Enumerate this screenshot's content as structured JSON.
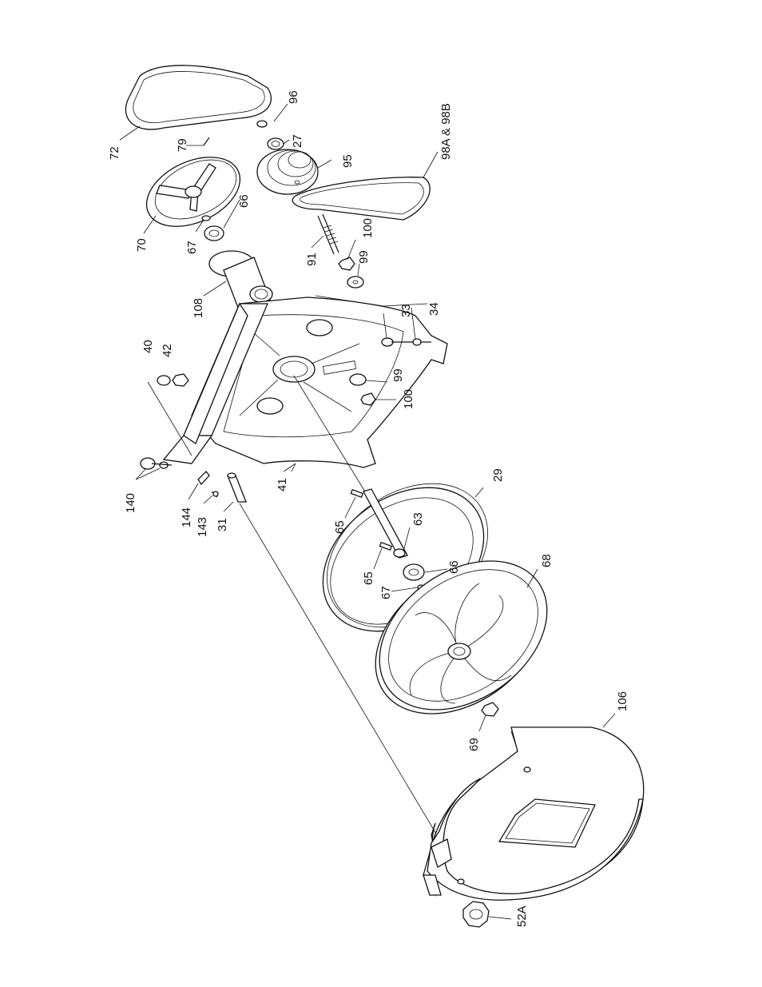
{
  "labels": {
    "l72": "72",
    "l96": "96",
    "l27": "27",
    "l95": "95",
    "l79": "79",
    "l66a": "66",
    "l70": "70",
    "l67a": "67",
    "l98": "98A & 98B",
    "l100a": "100",
    "l91": "91",
    "l99a": "99",
    "l108": "108",
    "l33": "33",
    "l34": "34",
    "l40": "40",
    "l42": "42",
    "l99b": "99",
    "l100b": "100",
    "l140": "140",
    "l144": "144",
    "l143": "143",
    "l31": "31",
    "l41": "41",
    "l29": "29",
    "l65a": "65",
    "l63": "63",
    "l65b": "65",
    "l66b": "66",
    "l67b": "67",
    "l68": "68",
    "l106": "106",
    "l69": "69",
    "l52a": "52A"
  }
}
